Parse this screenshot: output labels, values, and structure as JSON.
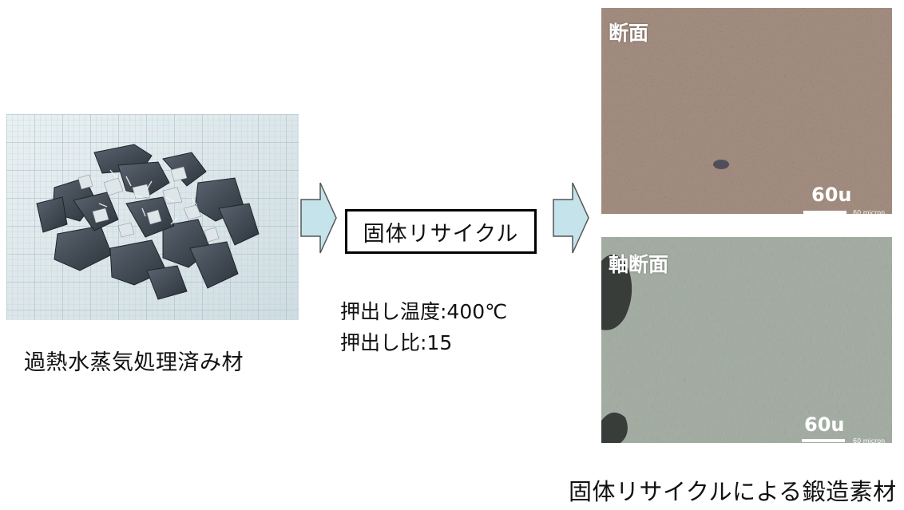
{
  "left": {
    "photo_icon": "metal-scrap-photo",
    "caption": "過熱水蒸気処理済み材"
  },
  "process": {
    "box_label": "固体リサイクル",
    "conditions": [
      "押出し温度:400℃",
      "押出し比:15"
    ]
  },
  "micrographs": [
    {
      "label": "断面",
      "scale": "60u",
      "scale_unit_text": "60 micron"
    },
    {
      "label": "軸断面",
      "scale": "60u",
      "scale_unit_text": "60 micron"
    }
  ],
  "output": {
    "caption": "固体リサイクルによる鍛造素材"
  },
  "colors": {
    "arrow_fill": "#c5e3ea",
    "arrow_stroke": "#555555",
    "grid_paper": "#dbe6ea",
    "cross_section_tone": "#a58f7f",
    "axial_section_tone": "#9fb0a8"
  }
}
